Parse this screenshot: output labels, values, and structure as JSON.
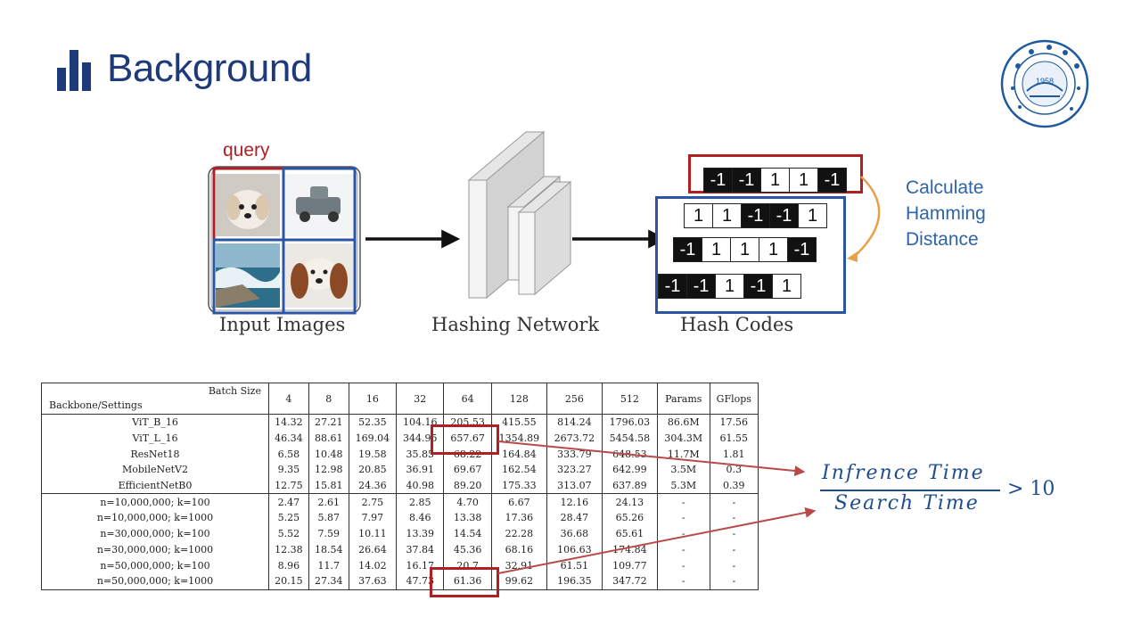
{
  "slide": {
    "title": "Background",
    "colors": {
      "title": "#1f3a7a",
      "accent_red": "#b01f24",
      "accent_blue": "#2a55a5",
      "orange_arrow": "#e8a04a"
    }
  },
  "logo": {
    "year": "1958"
  },
  "diagram": {
    "query_label": "query",
    "caption_input": "Input Images",
    "caption_network": "Hashing Network",
    "caption_codes": "Hash Codes",
    "calc_lines": [
      "Calculate",
      "Hamming",
      "Distance"
    ],
    "query_code": [
      "-1",
      "-1",
      "1",
      "1",
      "-1"
    ],
    "db_codes": [
      [
        "1",
        "1",
        "-1",
        "-1",
        "1"
      ],
      [
        "-1",
        "1",
        "1",
        "1",
        "-1"
      ],
      [
        "-1",
        "-1",
        "1",
        "-1",
        "1"
      ]
    ]
  },
  "table": {
    "header_top": "Batch Size",
    "header_bottom": "Backbone/Settings",
    "columns": [
      "4",
      "8",
      "16",
      "32",
      "64",
      "128",
      "256",
      "512",
      "Params",
      "GFlops"
    ],
    "rows_models": [
      [
        "ViT_B_16",
        "14.32",
        "27.21",
        "52.35",
        "104.16",
        "205.53",
        "415.55",
        "814.24",
        "1796.03",
        "86.6M",
        "17.56"
      ],
      [
        "ViT_L_16",
        "46.34",
        "88.61",
        "169.04",
        "344.95",
        "657.67",
        "1354.89",
        "2673.72",
        "5454.58",
        "304.3M",
        "61.55"
      ],
      [
        "ResNet18",
        "6.58",
        "10.48",
        "19.58",
        "35.85",
        "68.22",
        "164.84",
        "333.79",
        "648.53",
        "11.7M",
        "1.81"
      ],
      [
        "MobileNetV2",
        "9.35",
        "12.98",
        "20.85",
        "36.91",
        "69.67",
        "162.54",
        "323.27",
        "642.99",
        "3.5M",
        "0.3"
      ],
      [
        "EfficientNetB0",
        "12.75",
        "15.81",
        "24.36",
        "40.98",
        "89.20",
        "175.33",
        "313.07",
        "637.89",
        "5.3M",
        "0.39"
      ]
    ],
    "rows_search": [
      [
        "n=10,000,000; k=100",
        "2.47",
        "2.61",
        "2.75",
        "2.85",
        "4.70",
        "6.67",
        "12.16",
        "24.13",
        "-",
        "-"
      ],
      [
        "n=10,000,000; k=1000",
        "5.25",
        "5.87",
        "7.97",
        "8.46",
        "13.38",
        "17.36",
        "28.47",
        "65.26",
        "-",
        "-"
      ],
      [
        "n=30,000,000; k=100",
        "5.52",
        "7.59",
        "10.11",
        "13.39",
        "14.54",
        "22.28",
        "36.68",
        "65.61",
        "-",
        "-"
      ],
      [
        "n=30,000,000; k=1000",
        "12.38",
        "18.54",
        "26.64",
        "37.84",
        "45.36",
        "68.16",
        "106.63",
        "174.84",
        "-",
        "-"
      ],
      [
        "n=50,000,000; k=100",
        "8.96",
        "11.7",
        "14.02",
        "16.17",
        "20.7",
        "32.91",
        "61.51",
        "109.77",
        "-",
        "-"
      ],
      [
        "n=50,000,000; k=1000",
        "20.15",
        "27.34",
        "37.63",
        "47.73",
        "61.36",
        "99.62",
        "196.35",
        "347.72",
        "-",
        "-"
      ]
    ]
  },
  "formula": {
    "numerator": "Infrence Time",
    "denominator": "Search Time",
    "comparison": "> 10"
  }
}
